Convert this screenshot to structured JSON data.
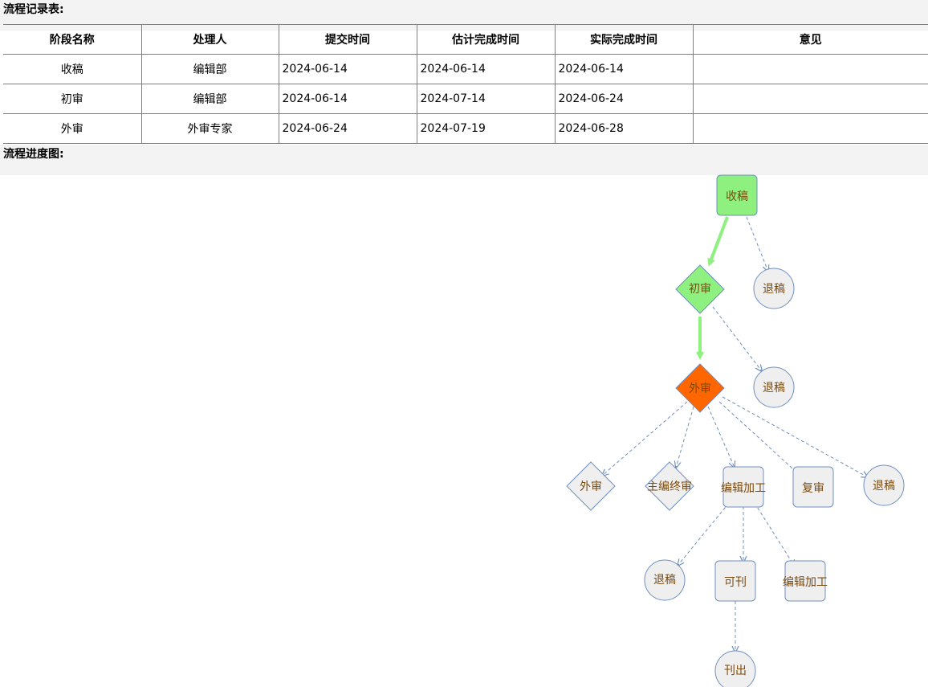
{
  "records_title": "流程记录表:",
  "progress_title": "流程进度图:",
  "table": {
    "headers": [
      "阶段名称",
      "处理人",
      "提交时间",
      "估计完成时间",
      "实际完成时间",
      "意见"
    ],
    "rows": [
      [
        "收稿",
        "编辑部",
        "2024-06-14",
        "2024-06-14",
        "2024-06-14",
        ""
      ],
      [
        "初审",
        "编辑部",
        "2024-06-14",
        "2024-07-14",
        "2024-06-24",
        ""
      ],
      [
        "外审",
        "外审专家",
        "2024-06-24",
        "2024-07-19",
        "2024-06-28",
        ""
      ]
    ]
  },
  "flow": {
    "colors": {
      "done": "#8ef07e",
      "current": "#ff6600",
      "pending": "#efefef",
      "pending_stroke": "#6f8fbf",
      "done_edge": "#8ef07e",
      "dashed_edge": "#6f8fbf",
      "label": "#7a4a0e"
    },
    "nodes": {
      "shougao": "收稿",
      "tuigao1": "退稿",
      "chushen": "初审",
      "tuigao2": "退稿",
      "waishen": "外审",
      "waishen2": "外审",
      "zhubian": "主编终审",
      "bianji1": "编辑加工",
      "fushen": "复审",
      "tuigao3": "退稿",
      "tuigao4": "退稿",
      "kekan": "可刊",
      "bianji2": "编辑加工",
      "kanchu": "刊出"
    }
  }
}
